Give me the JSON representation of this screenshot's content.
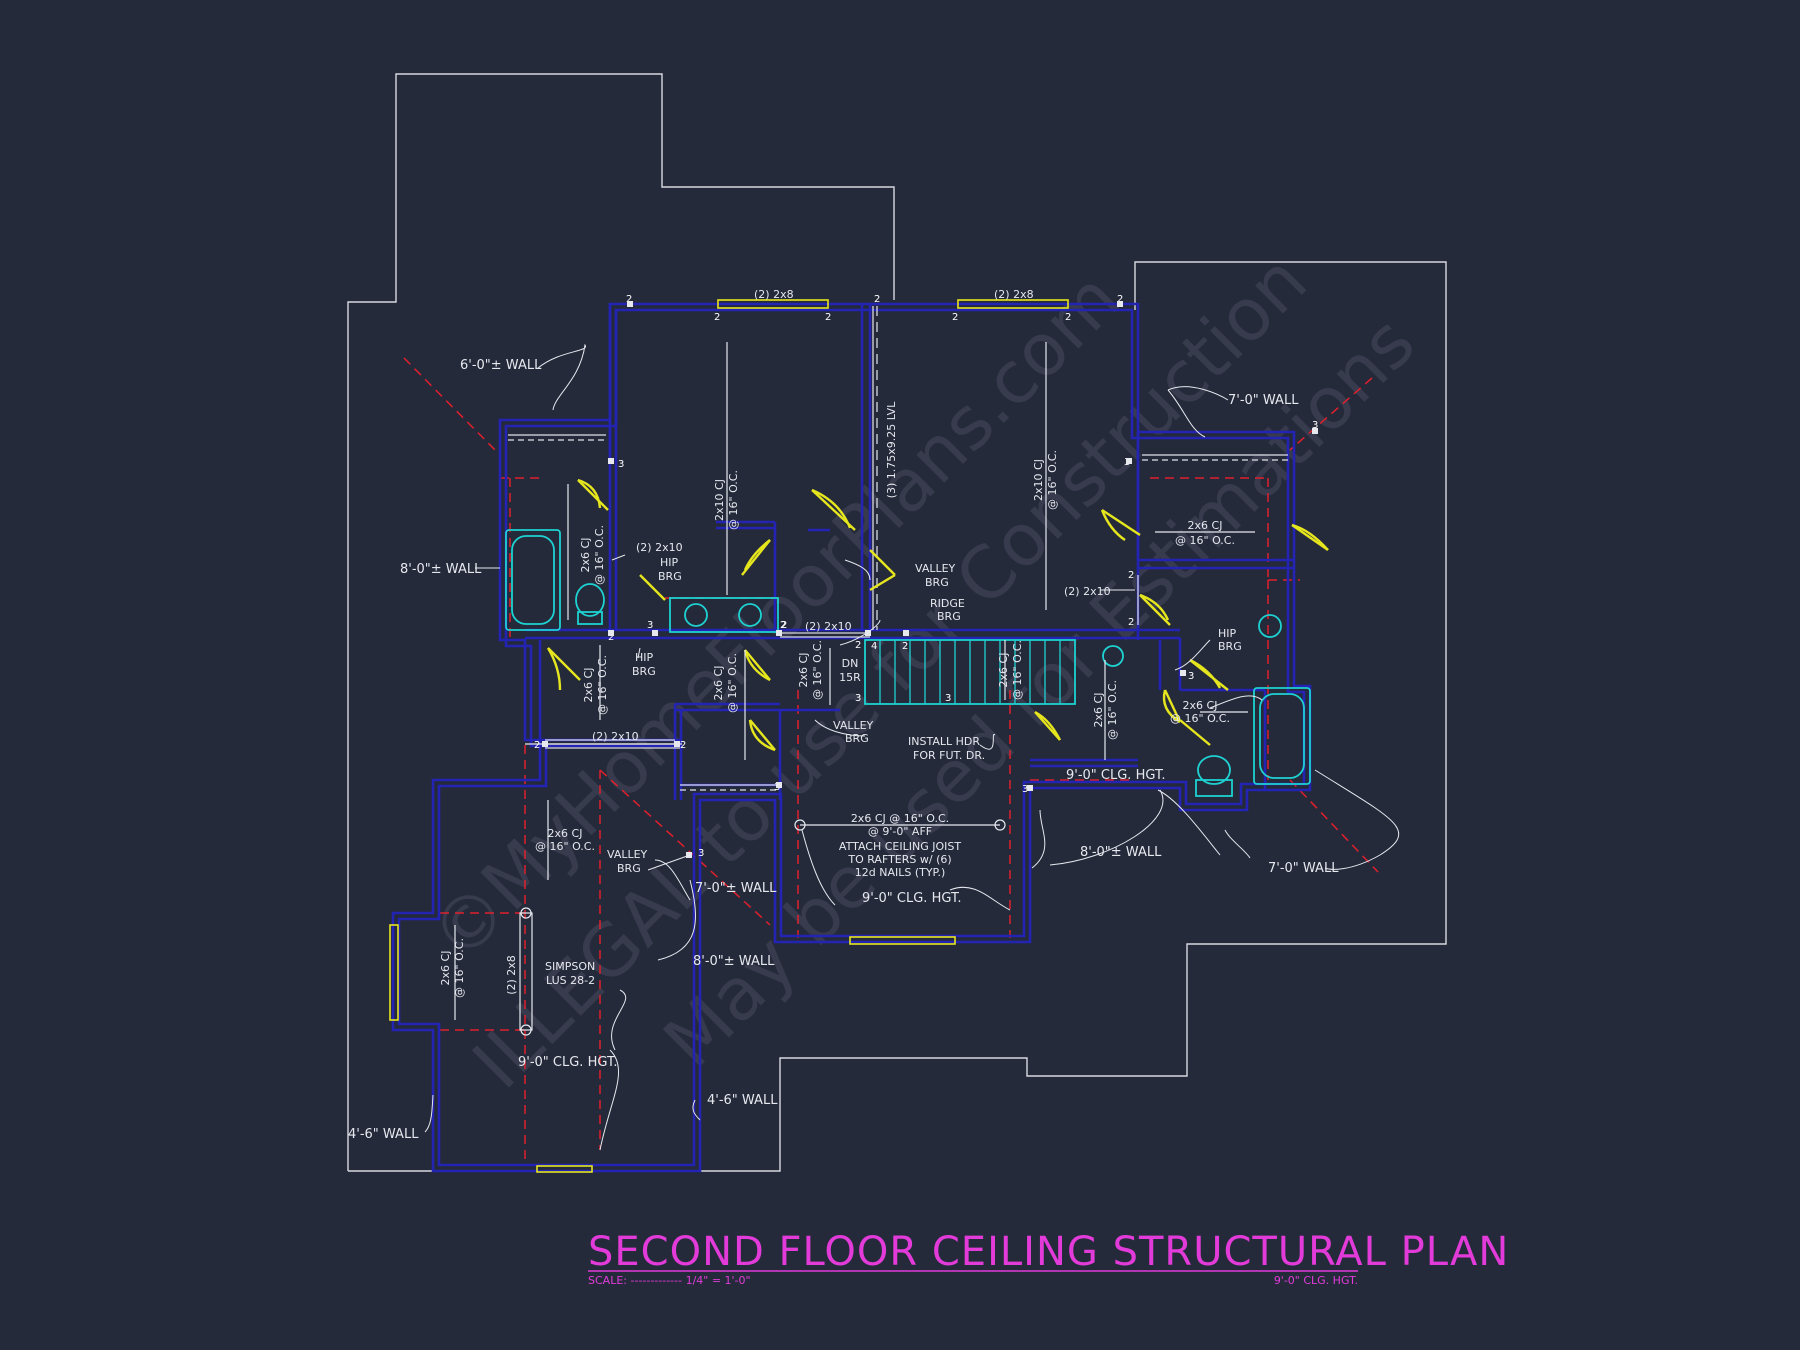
{
  "drawing": {
    "title": "SECOND FLOOR CEILING STRUCTURAL PLAN",
    "scale_text": "SCALE: ------------- 1/4\" = 1'-0\"",
    "scale_note_right": "9'-0\" CLG. HGT."
  },
  "watermark": {
    "line1": "©MyHomeFloorPlans.com",
    "line2": "ILLEGAL to use for Construction",
    "line3": "May be used for Estimations"
  },
  "labels": {
    "wall_6ft": "6'-0\"± WALL",
    "wall_7ft_tr": "7'-0\" WALL",
    "wall_8ft_left": "8'-0\"± WALL",
    "beam_2x8_a": "(2) 2x8",
    "beam_2x8_b": "(2) 2x8",
    "cj_2x10_a1": "2x10 CJ",
    "cj_2x10_a2": "@ 16\" O.C.",
    "lvl": "(3) 1.75x9.25 LVL",
    "cj_2x10_b1": "2x10 CJ",
    "cj_2x10_b2": "@ 16\" O.C.",
    "cj_2x6_tr1": "2x6 CJ",
    "cj_2x6_tr2": "@ 16\" O.C.",
    "hdr_2x10_a": "(2) 2x10",
    "hip_brg_a1": "HIP",
    "hip_brg_a2": "BRG",
    "valley_brg_a1": "VALLEY",
    "valley_brg_a2": "BRG",
    "ridge_brg1": "RIDGE",
    "ridge_brg2": "BRG",
    "hdr_2x10_b": "(2) 2x10",
    "hdr_2x10_c": "(2) 2x10",
    "hip_brg_b1": "HIP",
    "hip_brg_b2": "BRG",
    "hip_brg_c1": "HIP",
    "hip_brg_c2": "BRG",
    "cj_2x6_l1": "2x6 CJ",
    "cj_2x6_l2": "@ 16\" O.C.",
    "cj_2x6_m1": "2x6 CJ",
    "cj_2x6_m2": "@ 16\" O.C.",
    "cj_2x6_n1": "2x6 CJ",
    "cj_2x6_n2": "@ 16\" O.C.",
    "cj_2x6_r1": "2x6 CJ",
    "cj_2x6_r2": "@ 16\" O.C.",
    "dn1": "DN",
    "dn2": "15R",
    "cj_2x6_st1": "2x6 CJ",
    "cj_2x6_st2": "@ 16\" O.C.",
    "cj_2x6_rr1": "2x6 CJ",
    "cj_2x6_rr2": "@ 16\" O.C.",
    "hdr_2x10_d": "(2) 2x10",
    "valley_brg_b1": "VALLEY",
    "valley_brg_b2": "BRG",
    "install_hdr1": "INSTALL HDR",
    "install_hdr2": "FOR FUT. DR.",
    "clg_9ft_r": "9'-0\" CLG. HGT.",
    "cj_2x6_lw1": "2x6 CJ",
    "cj_2x6_lw2": "@ 16\" O.C.",
    "valley_brg_c1": "VALLEY",
    "valley_brg_c2": "BRG",
    "wall_7ft_mid": "7'-0\"± WALL",
    "cj_2x6_c1": "2x6 CJ @ 16\" O.C.",
    "cj_2x6_c2": "@ 9'-0\" AFF",
    "attach1": "ATTACH CEILING JOIST",
    "attach2": "TO RAFTERS w/ (6)",
    "attach3": "12d NAILS (TYP.)",
    "clg_9ft_c": "9'-0\" CLG. HGT.",
    "wall_8ft_r": "8'-0\"± WALL",
    "wall_7ft_br": "7'-0\" WALL",
    "wall_8ft_mid": "8'-0\"± WALL",
    "cj_2x6_bl1": "2x6 CJ",
    "cj_2x6_bl2": "@ 16\" O.C.",
    "beam_2x8_c": "(2) 2x8",
    "simpson1": "SIMPSON",
    "simpson2": "LUS 28-2",
    "clg_9ft_l": "9'-0\" CLG. HGT.",
    "wall_46_mid": "4'-6\" WALL",
    "wall_46_left": "4'-6\" WALL"
  },
  "bearing_marks": [
    "2",
    "2",
    "2",
    "2",
    "2",
    "2",
    "2",
    "2",
    "3",
    "3",
    "3",
    "3",
    "2",
    "2",
    "2",
    "2",
    "2",
    "4",
    "3",
    "3",
    "2",
    "2",
    "2",
    "3",
    "3",
    "3",
    "3"
  ],
  "colors": {
    "background": "#252a3b",
    "wall": "#2323b4",
    "outline": "#ffffff",
    "door": "#e6e61e",
    "fixture": "#1ed2d2",
    "hip_line": "#e0202c",
    "title": "#e23bd9"
  }
}
